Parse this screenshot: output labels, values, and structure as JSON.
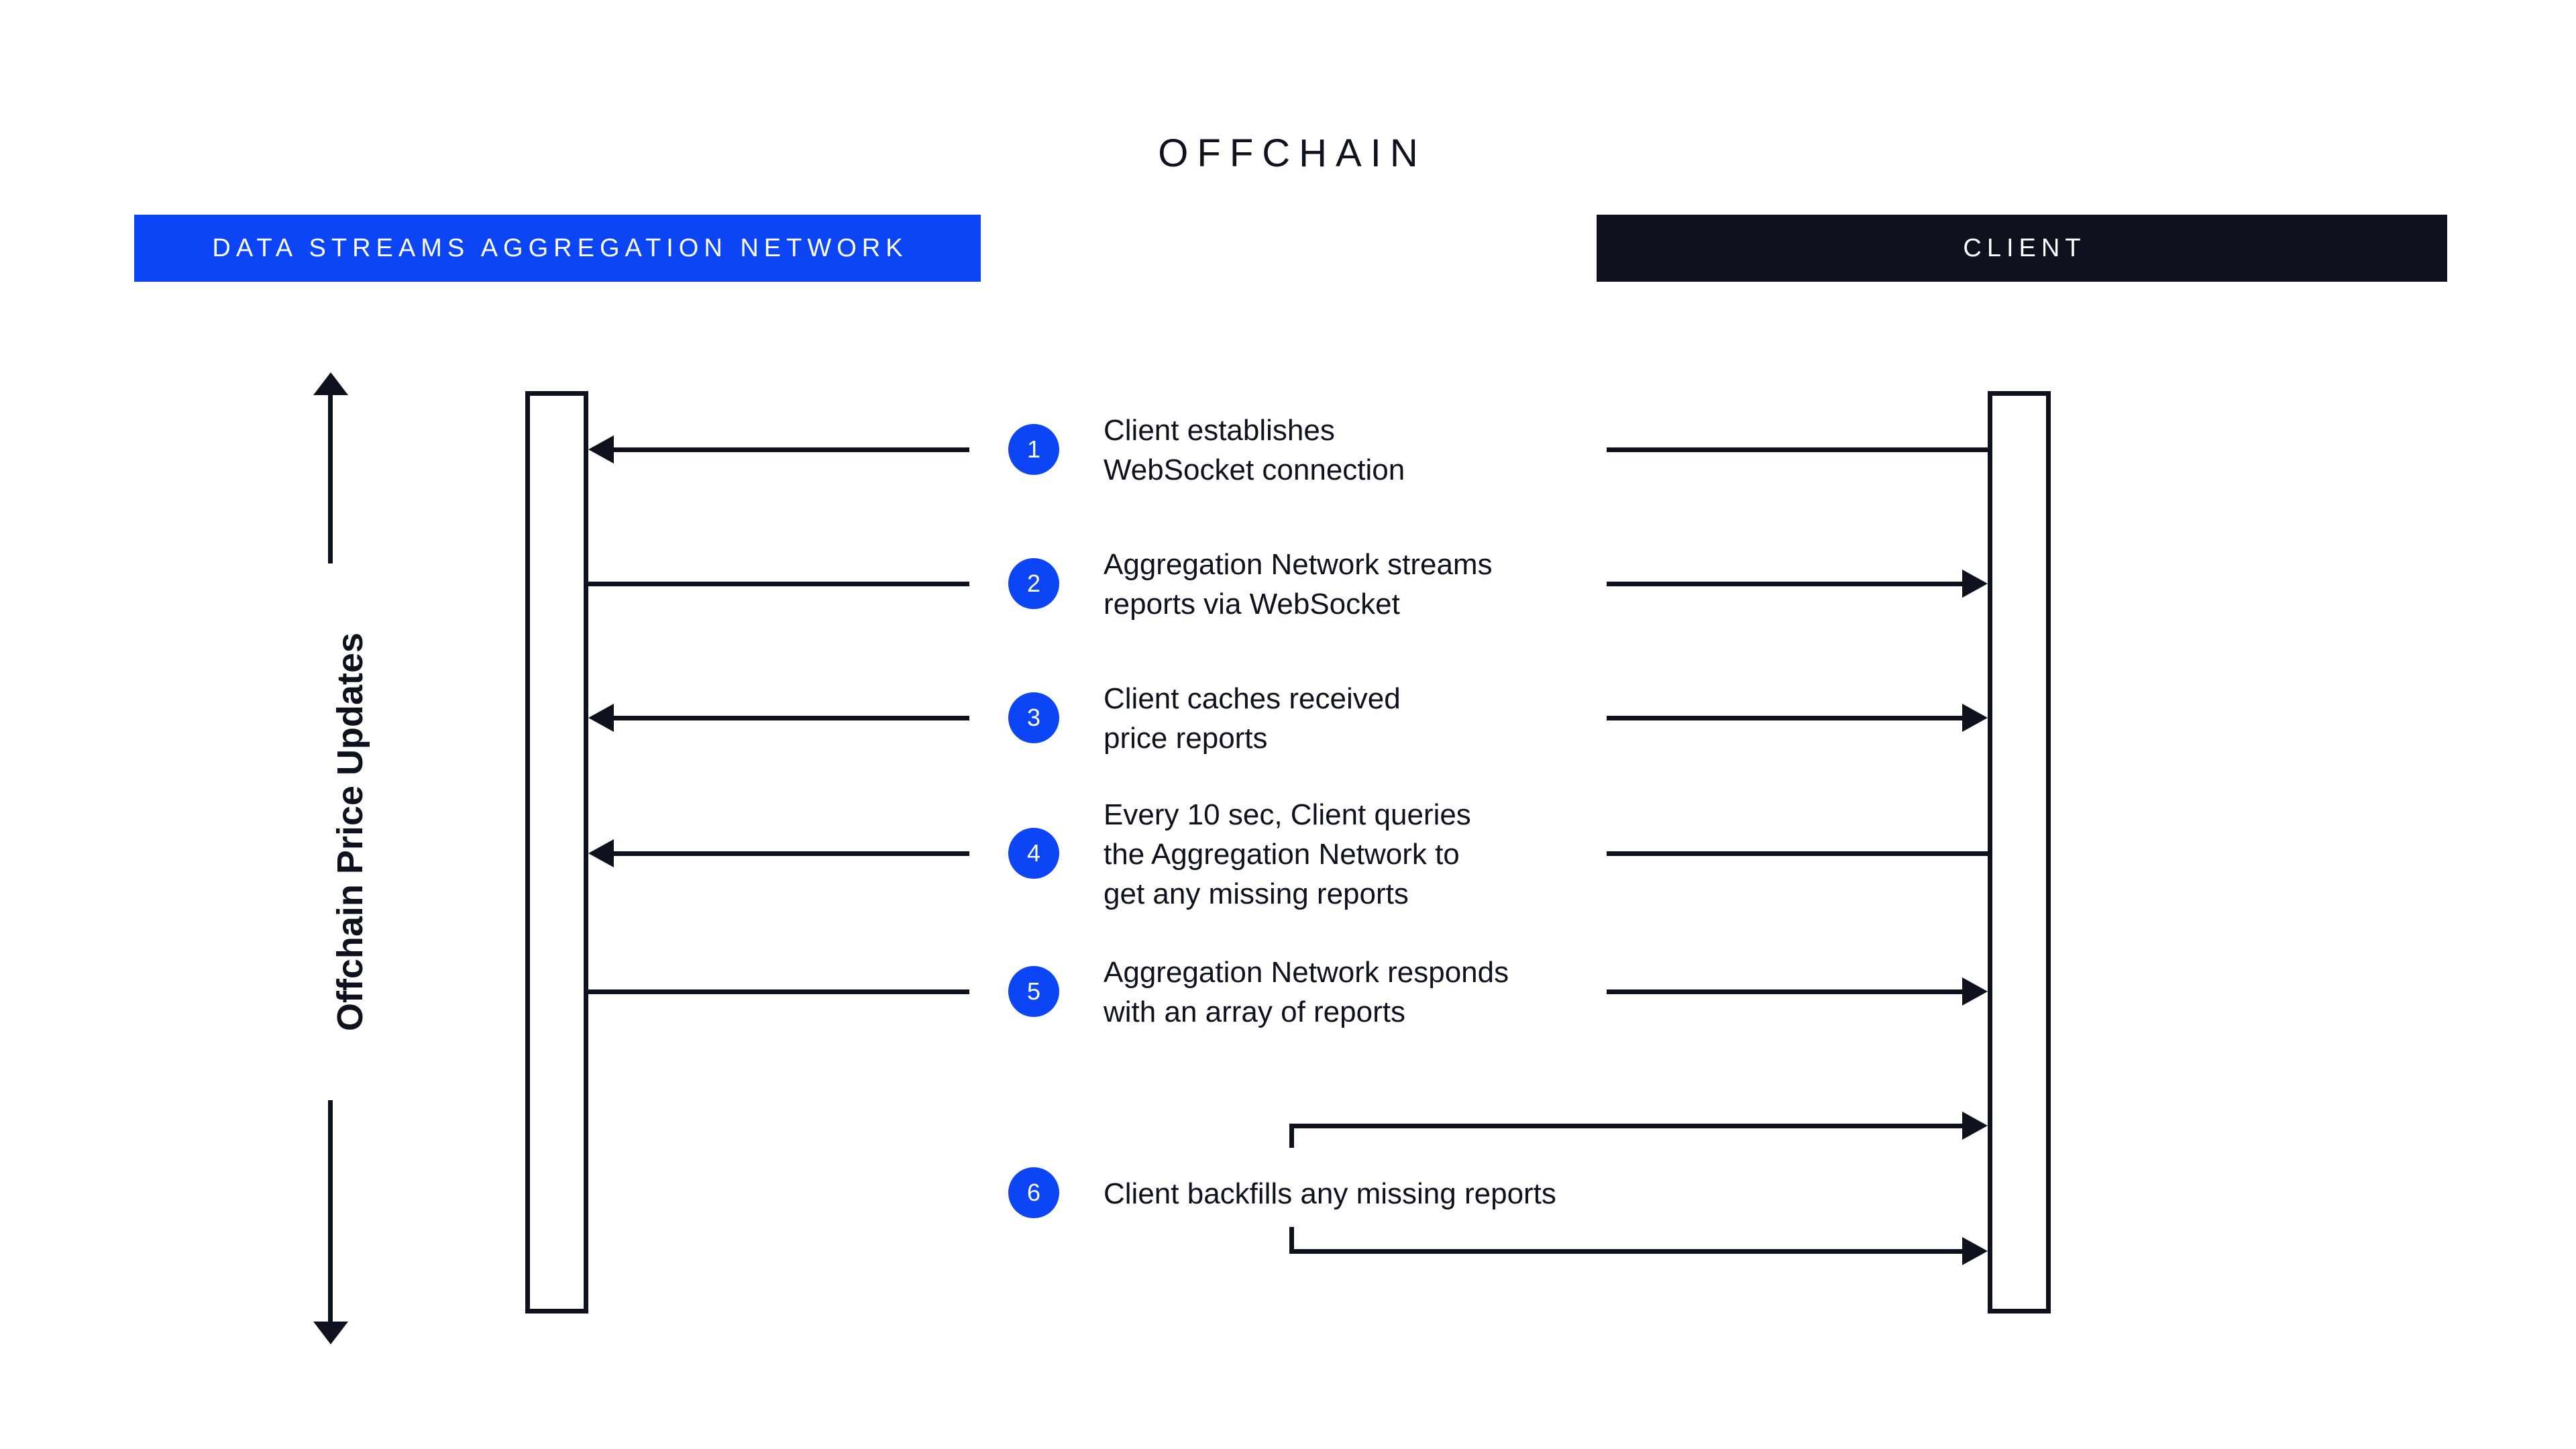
{
  "diagram": {
    "title": "OFFCHAIN",
    "axis_label": "Offchain Price Updates",
    "colors": {
      "accent_blue": "#0B45F5",
      "dark": "#0D121E",
      "background": "#FFFFFF"
    }
  },
  "lanes": [
    {
      "id": "aggregation",
      "label": "DATA STREAMS AGGREGATION NETWORK",
      "color": "#0B45F5"
    },
    {
      "id": "client",
      "label": "CLIENT",
      "color": "#0D121E"
    }
  ],
  "steps": [
    {
      "number": "1",
      "text": "Client establishes\nWebSocket connection",
      "direction": "right-to-left"
    },
    {
      "number": "2",
      "text": "Aggregation Network streams\nreports via WebSocket",
      "direction": "left-to-right"
    },
    {
      "number": "3",
      "text": "Client caches received\nprice reports",
      "direction": "right-to-left"
    },
    {
      "number": "4",
      "text": "Every 10 sec, Client queries\nthe Aggregation Network to\nget any missing reports",
      "direction": "right-to-left"
    },
    {
      "number": "5",
      "text": "Aggregation Network responds\nwith an array of reports",
      "direction": "left-to-right"
    },
    {
      "number": "6",
      "text": "Client backfills any missing reports",
      "direction": "self-loop"
    }
  ]
}
